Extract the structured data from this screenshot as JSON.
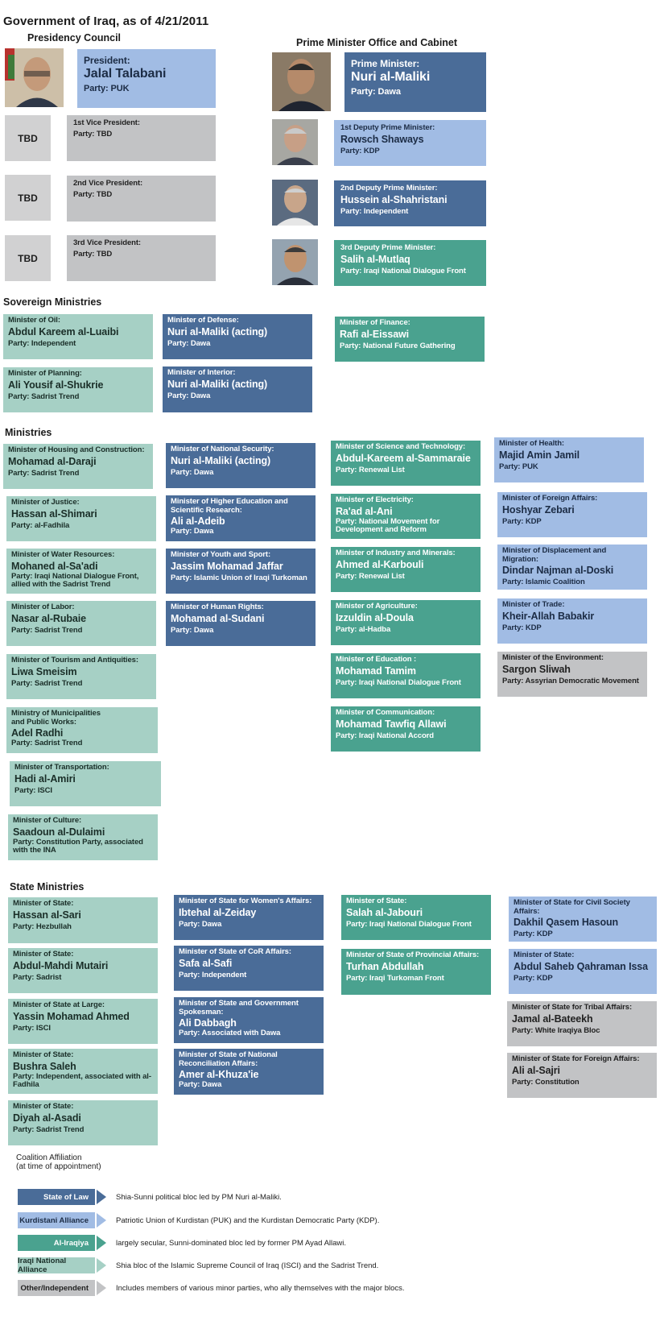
{
  "title": "Government of Iraq, as of 4/21/2011",
  "sections": {
    "presidency": "Presidency Council",
    "pm_office": "Prime Minister Office and Cabinet",
    "sovereign": "Sovereign Ministries",
    "ministries": "Ministries",
    "state": "State Ministries"
  },
  "tbd_label": "TBD",
  "colors": {
    "state_of_law": "#4a6c98",
    "kurdistani_alliance": "#a1bce4",
    "al_iraqiya": "#4aa28f",
    "iraqi_national_alliance": "#a6d0c5",
    "other_independent": "#c2c3c5"
  },
  "presidency": [
    {
      "role": "President:",
      "name": "Jalal Talabani",
      "party": "Party: PUK",
      "coalition": "kurd"
    },
    {
      "role": "1st Vice President:",
      "name": "",
      "party": "Party: TBD",
      "coalition": "other"
    },
    {
      "role": "2nd Vice President:",
      "name": "",
      "party": "Party: TBD",
      "coalition": "other"
    },
    {
      "role": "3rd Vice President:",
      "name": "",
      "party": "Party: TBD",
      "coalition": "other"
    }
  ],
  "cabinet": [
    {
      "role": "Prime Minister:",
      "name": "Nuri al-Maliki",
      "party": "Party: Dawa",
      "coalition": "law"
    },
    {
      "role": "1st Deputy Prime Minister:",
      "name": "Rowsch Shaways",
      "party": "Party: KDP",
      "coalition": "kurd"
    },
    {
      "role": "2nd Deputy Prime Minister:",
      "name": "Hussein al-Shahristani",
      "party": "Party: Independent",
      "coalition": "law"
    },
    {
      "role": "3rd Deputy Prime Minister:",
      "name": "Salih al-Mutlaq",
      "party": "Party: Iraqi National Dialogue Front",
      "coalition": "iraqiya"
    }
  ],
  "sovereign": [
    {
      "role": "Minister of Oil:",
      "name": "Abdul Kareem al-Luaibi",
      "party": "Party: Independent",
      "coalition": "ina"
    },
    {
      "role": "Minister of Planning:",
      "name": "Ali Yousif al-Shukrie",
      "party": "Party: Sadrist Trend",
      "coalition": "ina"
    },
    {
      "role": "Minister of Defense:",
      "name": "Nuri al-Maliki (acting)",
      "party": "Party: Dawa",
      "coalition": "law"
    },
    {
      "role": "Minister of Interior:",
      "name": "Nuri al-Maliki (acting)",
      "party": "Party: Dawa",
      "coalition": "law"
    },
    {
      "role": "Minister of Finance:",
      "name": "Rafi al-Eissawi",
      "party": "Party: National Future Gathering",
      "coalition": "iraqiya"
    }
  ],
  "ministries": [
    {
      "role": "Minister of Housing and Construction:",
      "name": "Mohamad al-Daraji",
      "party": "Party: Sadrist Trend",
      "coalition": "ina"
    },
    {
      "role": "Minister of Justice:",
      "name": "Hassan al-Shimari",
      "party": "Party: al-Fadhila",
      "coalition": "ina"
    },
    {
      "role": "Minister of Water Resources:",
      "name": "Mohaned al-Sa'adi",
      "party": "Party: Iraqi National Dialogue Front, allied with the Sadrist Trend",
      "coalition": "ina"
    },
    {
      "role": "Minister of Labor:",
      "name": "Nasar al-Rubaie",
      "party": "Party: Sadrist Trend",
      "coalition": "ina"
    },
    {
      "role": "Minister of Tourism and Antiquities:",
      "name": "Liwa Smeisim",
      "party": "Party: Sadrist Trend",
      "coalition": "ina"
    },
    {
      "role": "Ministry of Municipalities and Public Works:",
      "name": "Adel Radhi",
      "party": "Party: Sadrist Trend",
      "coalition": "ina"
    },
    {
      "role": "Minister of Transportation:",
      "name": "Hadi al-Amiri",
      "party": "Party: ISCI",
      "coalition": "ina"
    },
    {
      "role": "Minister of Culture:",
      "name": "Saadoun al-Dulaimi",
      "party": "Party: Constitution Party, associated with the INA",
      "coalition": "ina"
    },
    {
      "role": "Minister of National Security:",
      "name": "Nuri al-Maliki (acting)",
      "party": "Party: Dawa",
      "coalition": "law"
    },
    {
      "role": "Minister of Higher Education and Scientific Research:",
      "name": "Ali al-Adeib",
      "party": "Party: Dawa",
      "coalition": "law"
    },
    {
      "role": "Minister of Youth and Sport:",
      "name": "Jassim Mohamad Jaffar",
      "party": "Party: Islamic Union of Iraqi Turkoman",
      "coalition": "law"
    },
    {
      "role": "Minister of Human Rights:",
      "name": "Mohamad al-Sudani",
      "party": "Party: Dawa",
      "coalition": "law"
    },
    {
      "role": "Minister of Science and Technology:",
      "name": "Abdul-Kareem al-Sammaraie",
      "party": "Party: Renewal List",
      "coalition": "iraqiya"
    },
    {
      "role": "Minister of Electricity:",
      "name": "Ra'ad al-Ani",
      "party": "Party: National Movement for Development and Reform",
      "coalition": "iraqiya"
    },
    {
      "role": "Minister of Industry and Minerals:",
      "name": "Ahmed al-Karbouli",
      "party": "Party: Renewal List",
      "coalition": "iraqiya"
    },
    {
      "role": "Minister of Agriculture:",
      "name": "Izzuldin al-Doula",
      "party": "Party: al-Hadba",
      "coalition": "iraqiya"
    },
    {
      "role": "Minister of Education :",
      "name": "Mohamad Tamim",
      "party": "Party:  Iraqi National Dialogue Front",
      "coalition": "iraqiya"
    },
    {
      "role": "Minister of Communication:",
      "name": "Mohamad Tawfiq Allawi",
      "party": "Party: Iraqi National Accord",
      "coalition": "iraqiya"
    },
    {
      "role": "Minister of Health:",
      "name": "Majid Amin Jamil",
      "party": "Party: PUK",
      "coalition": "kurd"
    },
    {
      "role": "Minister of Foreign Affairs:",
      "name": "Hoshyar Zebari",
      "party": "Party: KDP",
      "coalition": "kurd"
    },
    {
      "role": "Minister of Displacement and Migration:",
      "name": "Dindar Najman al-Doski",
      "party": "Party: Islamic Coalition",
      "coalition": "kurd"
    },
    {
      "role": "Minister of Trade:",
      "name": "Kheir-Allah Babakir",
      "party": "Party: KDP",
      "coalition": "kurd"
    },
    {
      "role": "Minister of the Environment:",
      "name": "Sargon Sliwah",
      "party": "Party: Assyrian Democratic Movement",
      "coalition": "other"
    }
  ],
  "state_ministries": [
    {
      "role": "Minister of State:",
      "name": "Hassan al-Sari",
      "party": "Party: Hezbullah",
      "coalition": "ina"
    },
    {
      "role": "Minister of State:",
      "name": "Abdul-Mahdi Mutairi",
      "party": "Party: Sadrist",
      "coalition": "ina"
    },
    {
      "role": "Minister of State at Large:",
      "name": "Yassin Mohamad Ahmed",
      "party": "Party: ISCI",
      "coalition": "ina"
    },
    {
      "role": "Minister of State:",
      "name": "Bushra Saleh",
      "party": "Party: Independent, associated with al-Fadhila",
      "coalition": "ina"
    },
    {
      "role": "Minister of State:",
      "name": "Diyah al-Asadi",
      "party": "Party: Sadrist Trend",
      "coalition": "ina"
    },
    {
      "role": "Minister of State for Women's Affairs:",
      "name": "Ibtehal al-Zeiday",
      "party": "Party: Dawa",
      "coalition": "law"
    },
    {
      "role": "Minister of State of CoR Affairs:",
      "name": "Safa al-Safi",
      "party": "Party: Independent",
      "coalition": "law"
    },
    {
      "role": "Minister of State and Government Spokesman:",
      "name": "Ali Dabbagh",
      "party": "Party: Associated with Dawa",
      "coalition": "law"
    },
    {
      "role": "Minister of State of National Reconciliation Affairs:",
      "name": "Amer al-Khuza'ie",
      "party": "Party: Dawa",
      "coalition": "law"
    },
    {
      "role": "Minister of State:",
      "name": "Salah al-Jabouri",
      "party": "Party: Iraqi National Dialogue Front",
      "coalition": "iraqiya"
    },
    {
      "role": "Minister of State of Provincial Affairs:",
      "name": "Turhan Abdullah",
      "party": "Party: Iraqi Turkoman Front",
      "coalition": "iraqiya"
    },
    {
      "role": "Minister of State for Civil Society Affairs:",
      "name": "Dakhil Qasem Hasoun",
      "party": "Party: KDP",
      "coalition": "kurd"
    },
    {
      "role": "Minister of State:",
      "name": "Abdul Saheb Qahraman Issa",
      "party": "Party: KDP",
      "coalition": "kurd"
    },
    {
      "role": "Minister of State for Tribal Affairs:",
      "name": "Jamal al-Bateekh",
      "party": "Party: White Iraqiya Bloc",
      "coalition": "other"
    },
    {
      "role": "Minister of State for Foreign Affairs:",
      "name": "Ali al-Sajri",
      "party": "Party: Constitution",
      "coalition": "other"
    }
  ],
  "legend": {
    "title_line1": "Coalition Affiliation",
    "title_line2": "(at time of appointment)",
    "items": [
      {
        "label": "State of Law",
        "desc": "Shia-Sunni political bloc led by PM Nuri al-Maliki.",
        "coalition": "law"
      },
      {
        "label": "Kurdistani Alliance",
        "desc": "Patriotic Union of Kurdistan (PUK) and the Kurdistan Democratic Party (KDP).",
        "coalition": "kurd"
      },
      {
        "label": "Al-Iraqiya",
        "desc": "largely secular, Sunni-dominated bloc led by former PM Ayad Allawi.",
        "coalition": "iraqiya"
      },
      {
        "label": "Iraqi National Alliance",
        "desc": "Shia bloc of the Islamic Supreme Council of Iraq (ISCI) and the Sadrist Trend.",
        "coalition": "ina"
      },
      {
        "label": "Other/Independent",
        "desc": "Includes members of various minor parties, who ally themselves with the major blocs.",
        "coalition": "other"
      }
    ]
  }
}
